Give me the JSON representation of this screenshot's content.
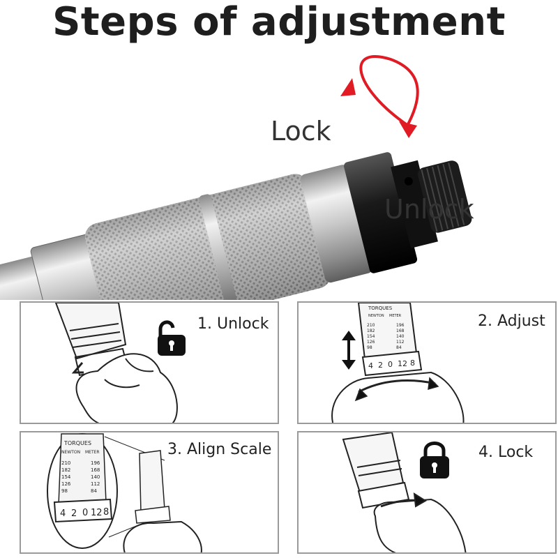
{
  "title": "Steps of adjustment",
  "hero": {
    "lock_label": "Lock",
    "unlock_label": "Unlock",
    "arrow_color": "#e01b24"
  },
  "steps": [
    {
      "label": "1. Unlock",
      "icon": "unlocked-padlock-icon"
    },
    {
      "label": "2. Adjust",
      "icon": "up-down-arrow-icon"
    },
    {
      "label": "3. Align Scale",
      "icon": "magnifier-icon"
    },
    {
      "label": "4. Lock",
      "icon": "locked-padlock-icon"
    }
  ],
  "scale": {
    "header": "TORQUES",
    "units_left": "NEWTON",
    "units_right": "METER",
    "left_values": [
      "210",
      "182",
      "154",
      "126",
      "98"
    ],
    "right_values": [
      "196",
      "168",
      "140",
      "112",
      "84"
    ],
    "dial_digits": [
      "4",
      "2",
      "0",
      "12",
      "8"
    ]
  }
}
